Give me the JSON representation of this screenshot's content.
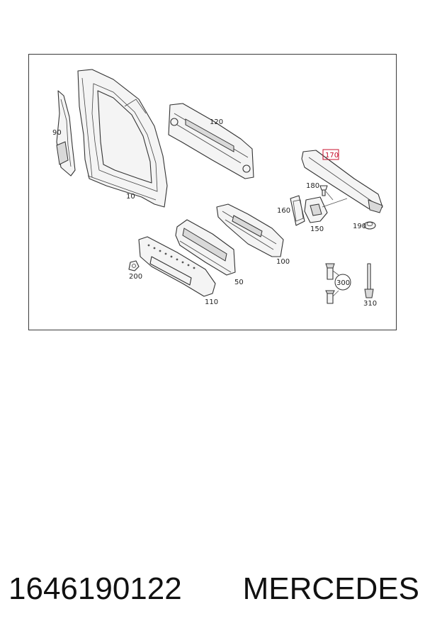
{
  "diagram": {
    "callouts": {
      "p10": "10",
      "p50": "50",
      "p90": "90",
      "p100": "100",
      "p110": "110",
      "p120": "120",
      "p150": "150",
      "p160": "160",
      "p170": "170",
      "p180": "180",
      "p190": "190",
      "p200": "200",
      "p300": "300",
      "p310": "310"
    },
    "highlight_color": "#c8102e"
  },
  "caption": {
    "part_number": "1646190122",
    "brand": "MERCEDES"
  }
}
